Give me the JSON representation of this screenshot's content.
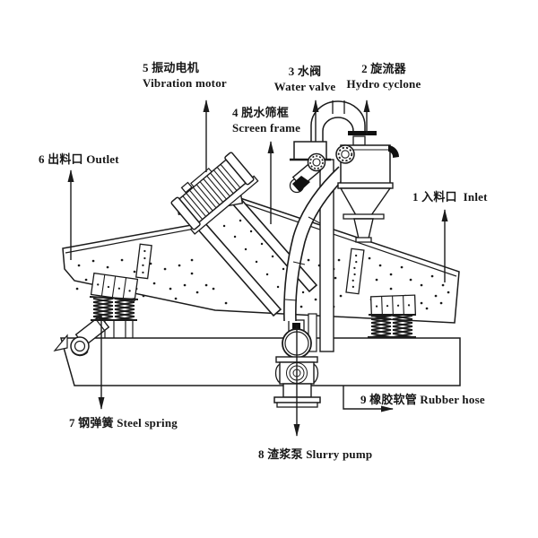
{
  "colors": {
    "line": "#1b1b1b",
    "background": "#ffffff",
    "text": "#161616"
  },
  "labels": {
    "inlet": {
      "text": "1 入料口  Inlet"
    },
    "hydro_cyclone": {
      "line1": "2 旋流器",
      "line2": "Hydro cyclone"
    },
    "water_valve": {
      "line1": "3 水阀",
      "line2": "Water valve"
    },
    "screen_frame": {
      "line1": "4 脱水筛框",
      "line2": "Screen frame"
    },
    "vibration_motor": {
      "line1": "5 振动电机",
      "line2": "Vibration motor"
    },
    "outlet": {
      "text": "6 出料口 Outlet"
    },
    "steel_spring": {
      "text": "7 钢弹簧 Steel spring"
    },
    "slurry_pump": {
      "text": "8 渣浆泵 Slurry pump"
    },
    "rubber_hose": {
      "text": "9 橡胶软管 Rubber hose"
    }
  }
}
